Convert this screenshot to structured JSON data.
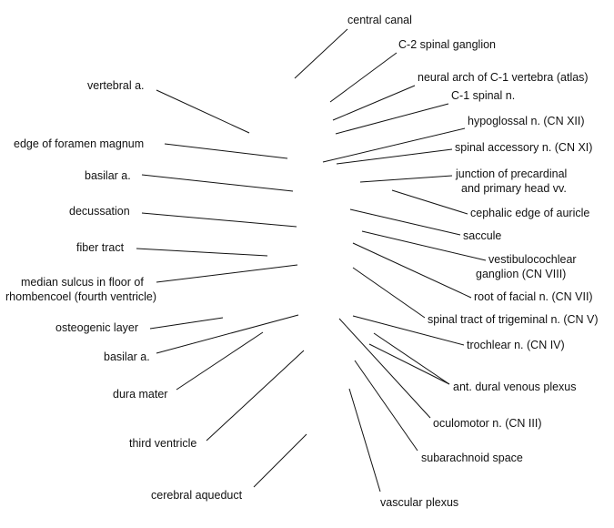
{
  "labels": {
    "central_canal": "central canal",
    "c2_spinal_ganglion": "C-2 spinal ganglion",
    "neural_arch_c1": "neural arch of C-1 vertebra (atlas)",
    "c1_spinal_n": "C-1 spinal n.",
    "hypoglossal_n": "hypoglossal n. (CN XII)",
    "spinal_accessory_n": "spinal accessory n. (CN XI)",
    "junction_line1": "junction of precardinal",
    "junction_line2": "and primary head vv.",
    "cephalic_edge_auricle": "cephalic edge of auricle",
    "saccule": "saccule",
    "vestibulocochlear_line1": "vestibulocochlear",
    "vestibulocochlear_line2": "ganglion (CN VIII)",
    "root_facial_n": "root of facial n. (CN VII)",
    "spinal_tract_trigeminal": "spinal tract of trigeminal n. (CN V)",
    "trochlear_n": "trochlear n. (CN IV)",
    "ant_dural_venous_plexus": "ant. dural venous plexus",
    "oculomotor_n": "oculomotor n. (CN III)",
    "subarachnoid_space": "subarachnoid space",
    "vascular_plexus": "vascular plexus",
    "vertebral_a": "vertebral a.",
    "edge_foramen_magnum": "edge of foramen magnum",
    "basilar_a_upper": "basilar a.",
    "decussation": "decussation",
    "fiber_tract": "fiber tract",
    "median_sulcus_line1": "median sulcus in floor of",
    "median_sulcus_line2": "rhombencoel (fourth ventricle)",
    "osteogenic_layer": "osteogenic layer",
    "basilar_a_lower": "basilar a.",
    "dura_mater": "dura mater",
    "third_ventricle": "third ventricle",
    "cerebral_aqueduct": "cerebral aqueduct"
  }
}
